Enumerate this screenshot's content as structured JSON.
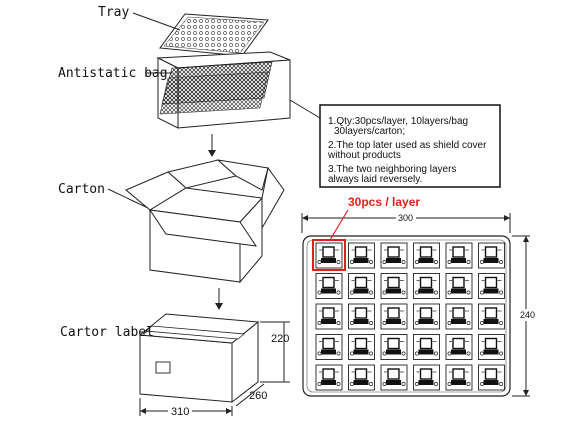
{
  "labels": {
    "tray": "Tray",
    "antistatic_bag": "Antistatic bag",
    "carton": "Carton",
    "carton_label": "Cartor label"
  },
  "notes": {
    "line1": "1.Qty:30pcs/layer,  10layers/bag",
    "line1b": "30layers/carton;",
    "line2": "2.The top later used as shield cover",
    "line2b": "without products",
    "line3": "3.The two neighboring layers",
    "line3b": "always laid reversely."
  },
  "callout": {
    "text": "30pcs / layer",
    "color": "#e0201c"
  },
  "tray_dims": {
    "width": "300",
    "height": "240"
  },
  "tray_layout": {
    "columns": 6,
    "rows": 5
  },
  "carton_dims": {
    "length": "310",
    "width": "260",
    "height": "220"
  }
}
